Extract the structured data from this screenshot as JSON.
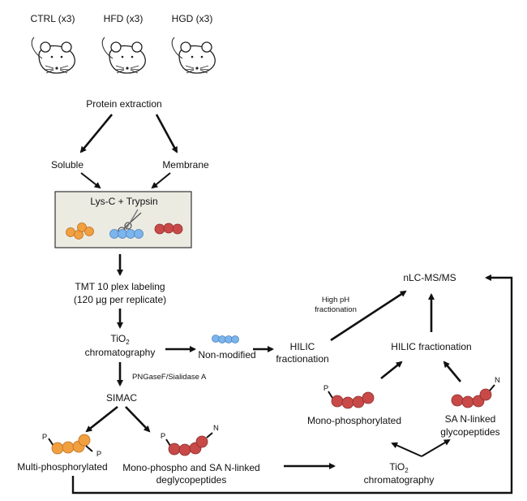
{
  "groups": [
    "CTRL (x3)",
    "HFD (x3)",
    "HGD (x3)"
  ],
  "protein_extraction": "Protein extraction",
  "soluble": "Soluble",
  "membrane": "Membrane",
  "digestion": "Lys-C + Trypsin",
  "tmt_line1": "TMT 10 plex labeling",
  "tmt_line2": "(120 µg per replicate)",
  "tio2_a": "TiO",
  "tio2_sub": "2",
  "chromatography": "chromatography",
  "non_modified": "Non-modified",
  "hilic_1": "HILIC",
  "hilic_2": "fractionation",
  "high_ph_1": "High pH",
  "high_ph_2": "fractionation",
  "nlc": "nLC-MS/MS",
  "hilic_fractionation": "HILIC fractionation",
  "pngase": "PNGaseF/Sialidase A",
  "simac": "SIMAC",
  "p_mark": "P",
  "n_mark": "N",
  "multi_phos": "Multi-phosphorylated",
  "mono_sa_1": "Mono-phospho and SA N-linked",
  "mono_sa_2": "deglycopeptides",
  "mono_phos": "Mono-phosphorylated",
  "sa_glyco_1": "SA N-linked",
  "sa_glyco_2": "glycopeptides",
  "colors": {
    "orange_bead": "#f0a040",
    "blue_bead": "#7cb4ec",
    "red_bead": "#c84a48",
    "box_fill": "#ecebe2"
  }
}
